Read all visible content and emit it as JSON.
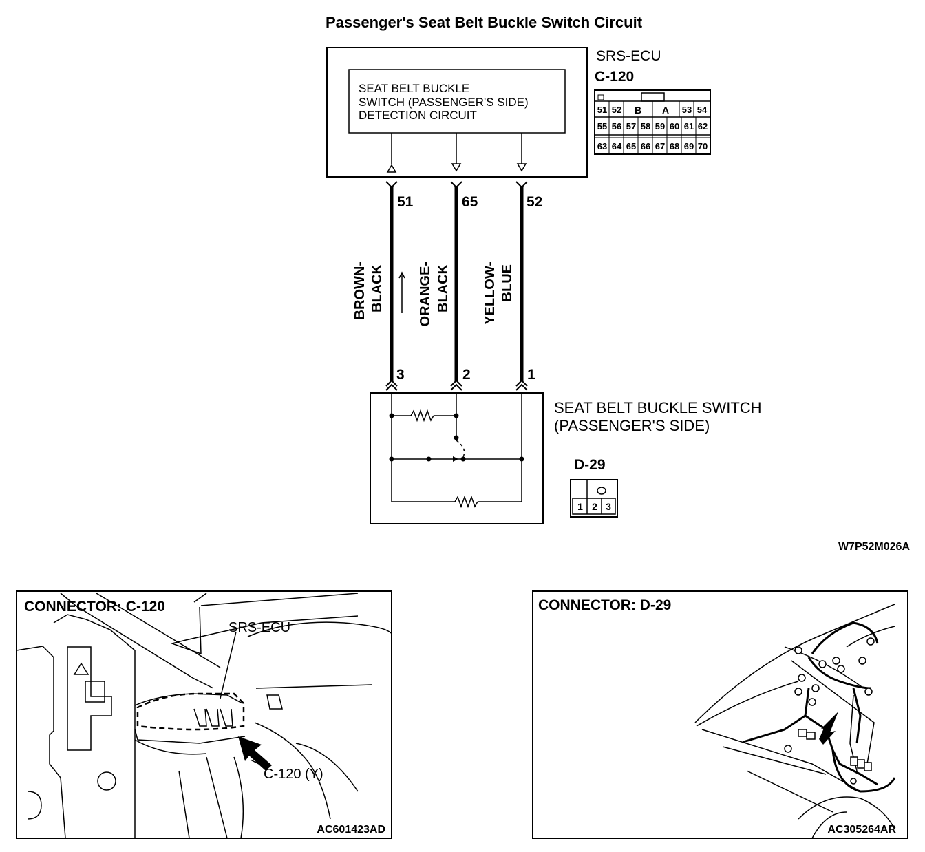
{
  "title": "Passenger's Seat Belt Buckle Switch Circuit",
  "ecu": {
    "name": "SRS-ECU",
    "connector": "C-120",
    "circuit_lines": [
      "SEAT BELT BUCKLE",
      "SWITCH (PASSENGER'S SIDE)",
      "DETECTION CIRCUIT"
    ],
    "pin_rows": [
      [
        "51",
        "52",
        "B",
        "A",
        "53",
        "54"
      ],
      [
        "55",
        "56",
        "57",
        "58",
        "59",
        "60",
        "61",
        "62"
      ],
      [
        "63",
        "64",
        "65",
        "66",
        "67",
        "68",
        "69",
        "70"
      ]
    ]
  },
  "wires": [
    {
      "ecu_pin": "51",
      "switch_pin": "3",
      "color_line1": "BROWN-",
      "color_line2": "BLACK"
    },
    {
      "ecu_pin": "65",
      "switch_pin": "2",
      "color_line1": "ORANGE-",
      "color_line2": "BLACK"
    },
    {
      "ecu_pin": "52",
      "switch_pin": "1",
      "color_line1": "YELLOW-",
      "color_line2": "BLUE"
    }
  ],
  "switch": {
    "name_line1": "SEAT BELT BUCKLE SWITCH",
    "name_line2": "(PASSENGER'S SIDE)",
    "connector": "D-29",
    "pins": [
      "1",
      "2",
      "3"
    ]
  },
  "diagram_code": "W7P52M026A",
  "panels": [
    {
      "heading": "CONNECTOR: C-120",
      "label_ecu": "SRS-ECU",
      "label_conn": "C-120 (Y)",
      "code": "AC601423AD"
    },
    {
      "heading": "CONNECTOR: D-29",
      "code": "AC305264AR"
    }
  ]
}
